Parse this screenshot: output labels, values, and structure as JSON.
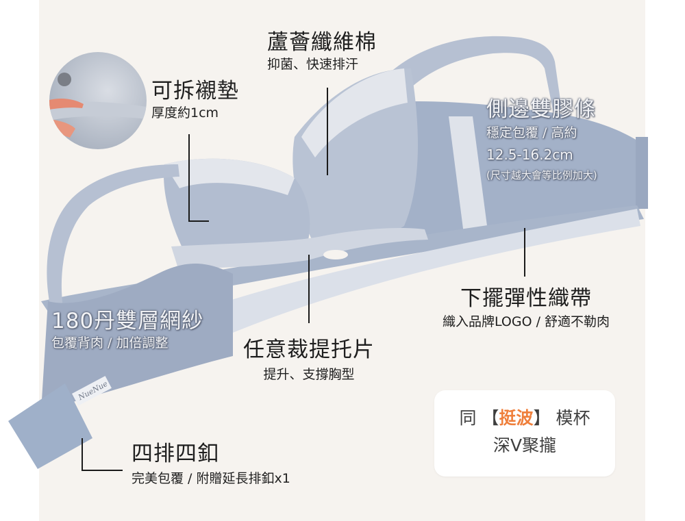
{
  "colors": {
    "background": "#f6f3ef",
    "fabric": "#a9b6cc",
    "fabric_dark": "#8f9db5",
    "band": "#d7dce6",
    "accent": "#ef7f3b",
    "text": "#1e1e1e"
  },
  "callouts": {
    "fiber": {
      "title": "蘆薈纖維棉",
      "sub": "抑菌、快速排汗"
    },
    "padding": {
      "title": "可拆襯墊",
      "sub": "厚度約1cm"
    },
    "side_boning": {
      "title": "側邊雙膠條",
      "sub1": "穩定包覆 / 高約",
      "sub2": "12.5-16.2cm",
      "sub3": "(尺寸越大會等比例加大)"
    },
    "mesh": {
      "title": "180丹雙層網紗",
      "sub": "包覆背肉 / 加倍調整"
    },
    "hem_band": {
      "title": "下擺彈性織帶",
      "sub": "織入品牌LOGO / 舒適不勒肉"
    },
    "lift_pad": {
      "title": "任意裁提托片",
      "sub": "提升、支撐胸型"
    },
    "hooks": {
      "title": "四排四釦",
      "sub": "完美包覆 / 附贈延長排釦x1"
    }
  },
  "card": {
    "prefix": "同",
    "bracket_open": "【",
    "highlight": "挺波",
    "bracket_close": "】",
    "suffix": "模杯",
    "line2": "深V聚攏"
  },
  "product": {
    "brand_tag": "NueNue",
    "icon": "bra-product-photo"
  }
}
